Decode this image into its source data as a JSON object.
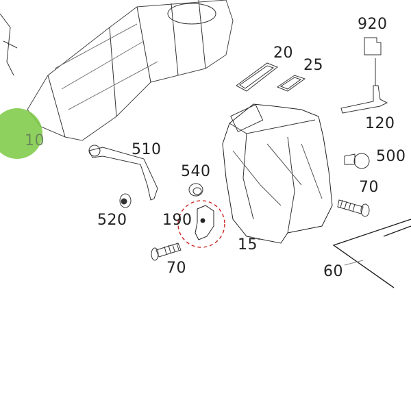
{
  "diagram": {
    "callouts": [
      {
        "id": "p10",
        "label": "10"
      },
      {
        "id": "p15",
        "label": "15"
      },
      {
        "id": "p20",
        "label": "20"
      },
      {
        "id": "p25",
        "label": "25"
      },
      {
        "id": "p60",
        "label": "60"
      },
      {
        "id": "p70a",
        "label": "70"
      },
      {
        "id": "p70b",
        "label": "70"
      },
      {
        "id": "p120",
        "label": "120"
      },
      {
        "id": "p190",
        "label": "190"
      },
      {
        "id": "p500",
        "label": "500"
      },
      {
        "id": "p510",
        "label": "510"
      },
      {
        "id": "p520",
        "label": "520"
      },
      {
        "id": "p540",
        "label": "540"
      },
      {
        "id": "p920",
        "label": "920"
      }
    ],
    "highlight_color": "#7ac943",
    "selection_color": "#cc2222"
  }
}
